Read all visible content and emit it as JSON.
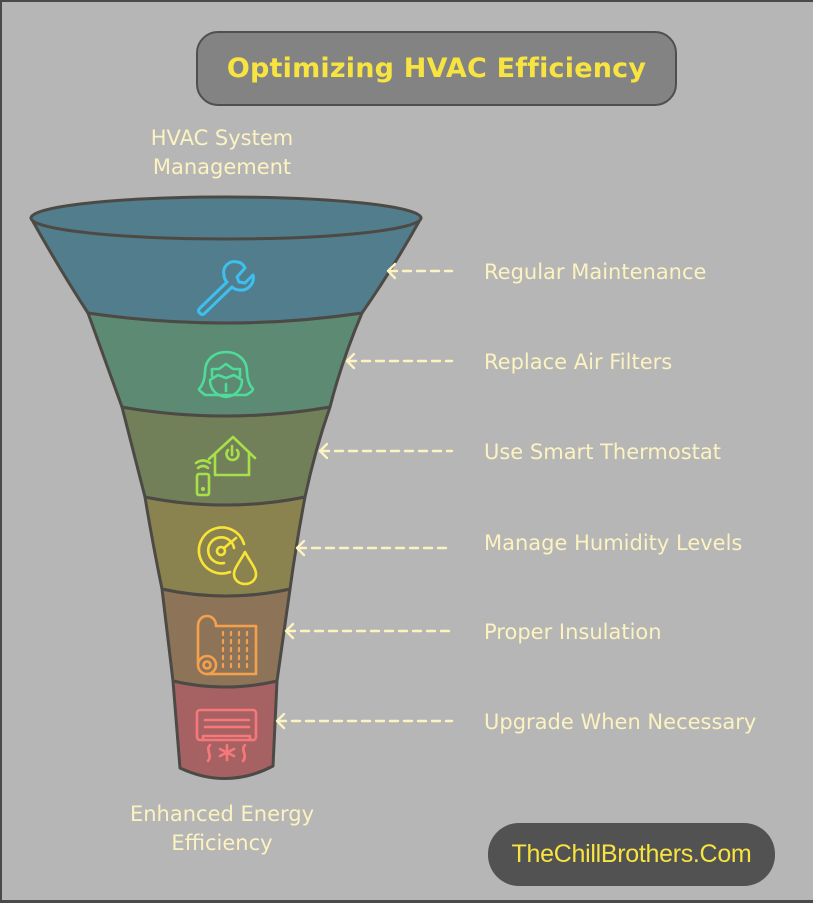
{
  "title": "Optimizing HVAC Efficiency",
  "funnel": {
    "top_label_line1": "HVAC System",
    "top_label_line2": "Management",
    "bottom_label_line1": "Enhanced Energy",
    "bottom_label_line2": "Efficiency",
    "stages": [
      {
        "label": "Regular Maintenance",
        "icon": "wrench-icon",
        "fill": "#527d8c",
        "icon_color": "#3dc0ef"
      },
      {
        "label": "Replace Air Filters",
        "icon": "face-mask-icon",
        "fill": "#5c8a73",
        "icon_color": "#4fdc9a"
      },
      {
        "label": "Use Smart Thermostat",
        "icon": "smart-home-icon",
        "fill": "#728059",
        "icon_color": "#a8e04a"
      },
      {
        "label": "Manage Humidity Levels",
        "icon": "humidity-gauge-icon",
        "fill": "#8a8350",
        "icon_color": "#f8e437"
      },
      {
        "label": "Proper Insulation",
        "icon": "insulation-roll-icon",
        "fill": "#8d7459",
        "icon_color": "#f6a04c"
      },
      {
        "label": "Upgrade When Necessary",
        "icon": "air-conditioner-icon",
        "fill": "#a66262",
        "icon_color": "#f7777a"
      }
    ]
  },
  "colors": {
    "background": "#b6b6b6",
    "title_box": "#838383",
    "title_text": "#f7e441",
    "label_text": "#fcf3c1",
    "outline": "#4d4a45",
    "arrow": "#fcf3c1",
    "brand_box": "#525252"
  },
  "brand": "TheChillBrothers.Com"
}
